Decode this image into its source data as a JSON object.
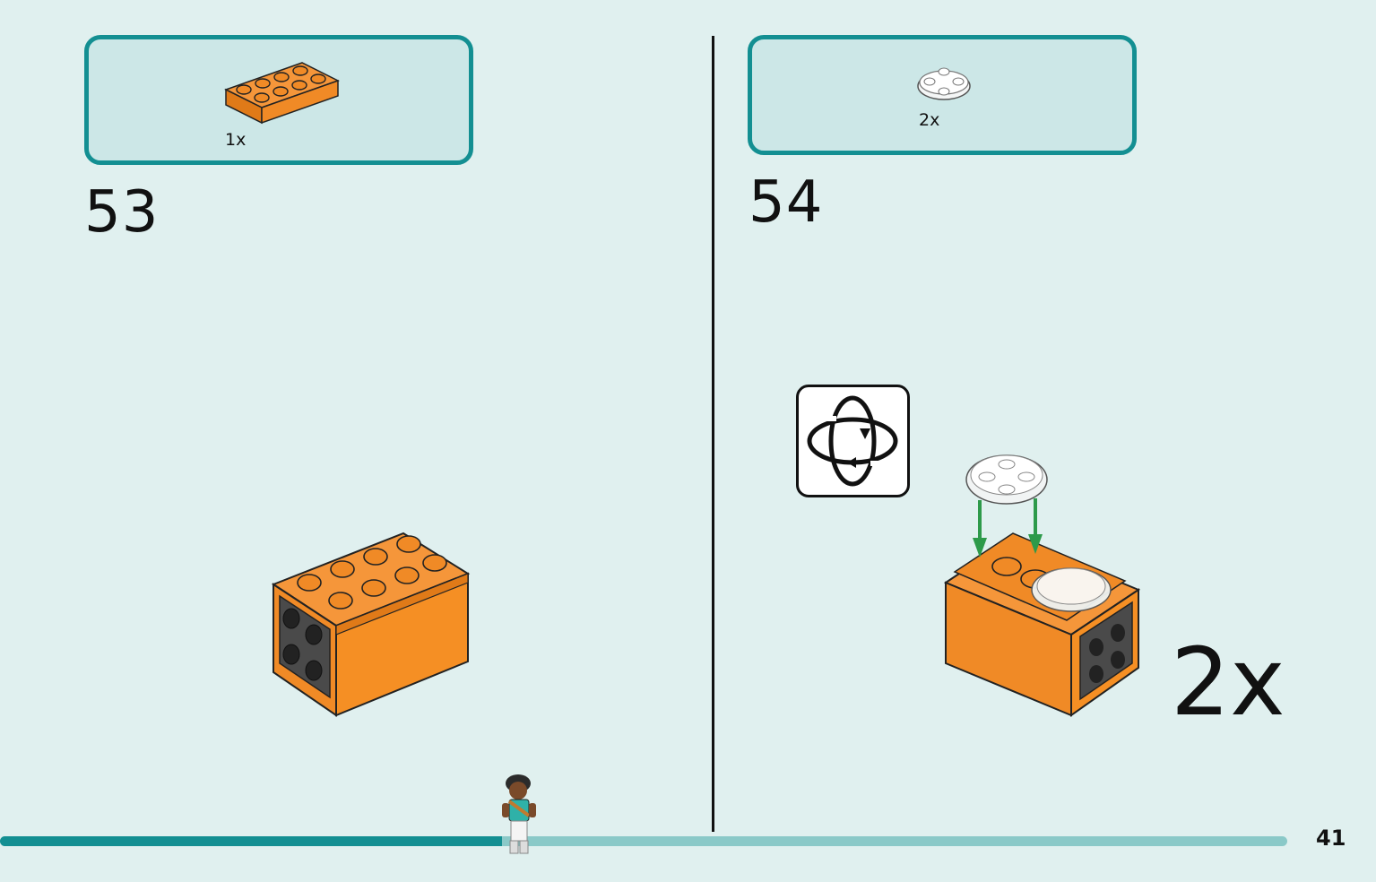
{
  "colors": {
    "background": "#e0f0ef",
    "accent": "#138f92",
    "brick_orange": "#f58f24",
    "brick_dark": "#4a4a4a"
  },
  "steps": [
    {
      "number": "53",
      "parts": [
        {
          "quantity": "1x",
          "icon": "orange-2x4-plate-icon"
        }
      ]
    },
    {
      "number": "54",
      "parts": [
        {
          "quantity": "2x",
          "icon": "transparent-round-plate-icon"
        }
      ],
      "rotate_icon": "rotate-model-icon",
      "multiplier": "2x"
    }
  ],
  "page": {
    "number": "41",
    "progress": 0.39
  }
}
